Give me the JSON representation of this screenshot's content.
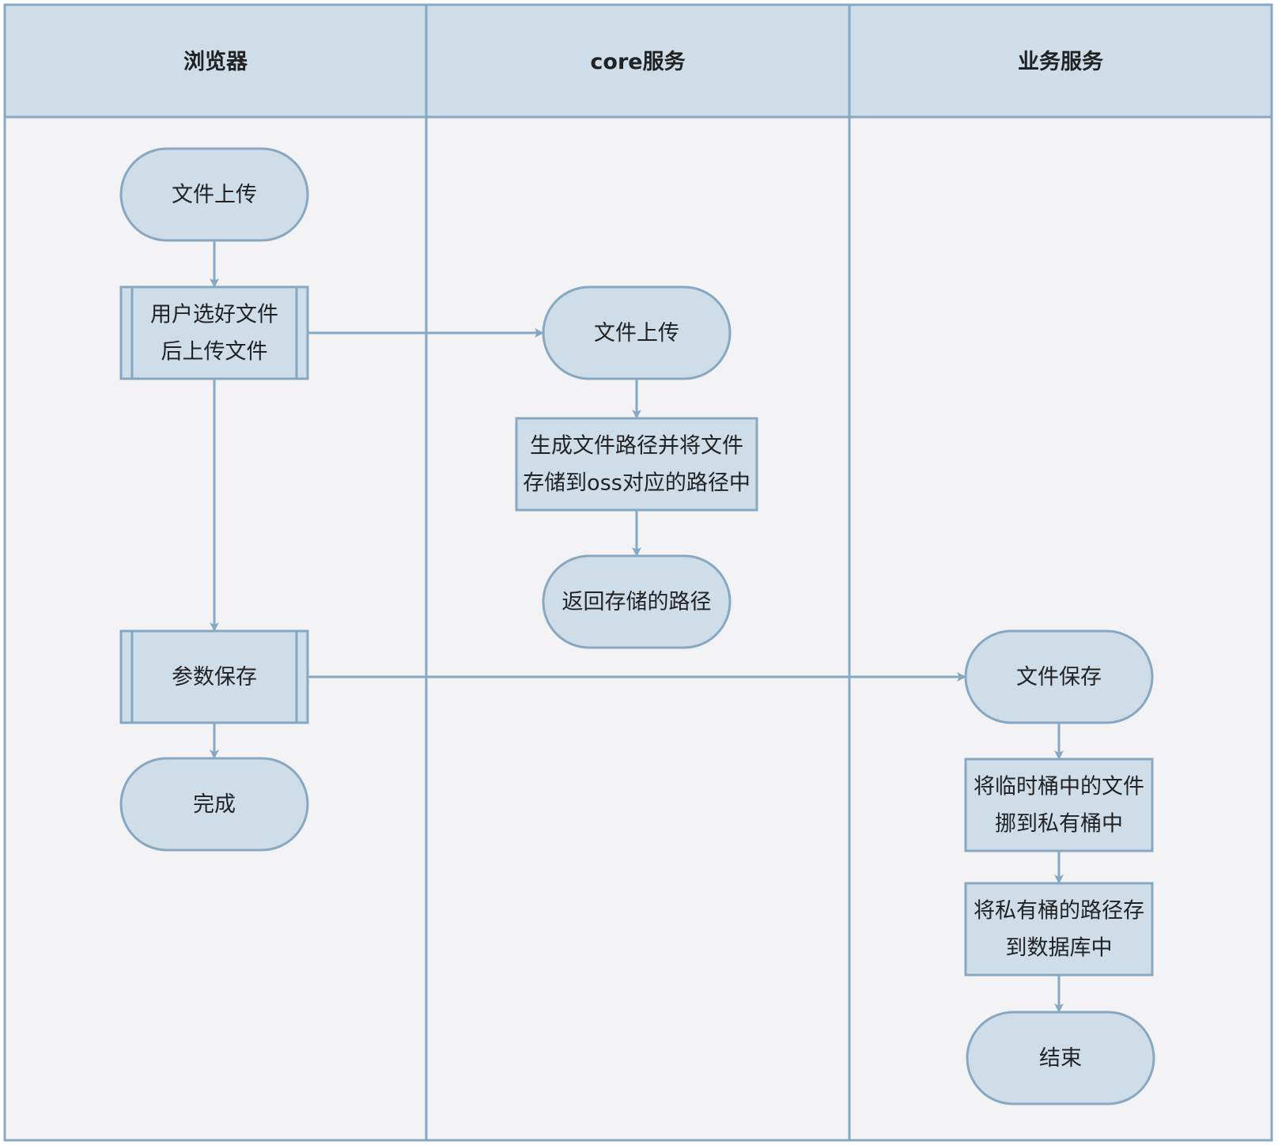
{
  "colors": {
    "header_fill": "#cfdde8",
    "body_fill": "#f3f3f6",
    "border": "#86a8c2",
    "node_fill": "#cfdde8",
    "node_stroke": "#86a8c2",
    "edge": "#86a8c2",
    "text": "#222222"
  },
  "lanes": [
    {
      "id": "browser",
      "title": "浏览器"
    },
    {
      "id": "core",
      "title": "core服务"
    },
    {
      "id": "business",
      "title": "业务服务"
    }
  ],
  "nodes": [
    {
      "id": "b_upload",
      "lane": "browser",
      "shape": "terminal",
      "lines": [
        "文件上传"
      ]
    },
    {
      "id": "b_select",
      "lane": "browser",
      "shape": "subprocess",
      "lines": [
        "用户选好文件",
        "后上传文件"
      ]
    },
    {
      "id": "b_save",
      "lane": "browser",
      "shape": "subprocess",
      "lines": [
        "参数保存"
      ]
    },
    {
      "id": "b_done",
      "lane": "browser",
      "shape": "terminal",
      "lines": [
        "完成"
      ]
    },
    {
      "id": "c_upload",
      "lane": "core",
      "shape": "terminal",
      "lines": [
        "文件上传"
      ]
    },
    {
      "id": "c_store",
      "lane": "core",
      "shape": "process",
      "lines": [
        "生成文件路径并将文件",
        "存储到oss对应的路径中"
      ]
    },
    {
      "id": "c_return",
      "lane": "core",
      "shape": "terminal",
      "lines": [
        "返回存储的路径"
      ]
    },
    {
      "id": "s_save",
      "lane": "business",
      "shape": "terminal",
      "lines": [
        "文件保存"
      ]
    },
    {
      "id": "s_move",
      "lane": "business",
      "shape": "process",
      "lines": [
        "将临时桶中的文件",
        "挪到私有桶中"
      ]
    },
    {
      "id": "s_db",
      "lane": "business",
      "shape": "process",
      "lines": [
        "将私有桶的路径存",
        "到数据库中"
      ]
    },
    {
      "id": "s_end",
      "lane": "business",
      "shape": "terminal",
      "lines": [
        "结束"
      ]
    }
  ],
  "edges": [
    {
      "from": "b_upload",
      "to": "b_select"
    },
    {
      "from": "b_select",
      "to": "c_upload"
    },
    {
      "from": "b_select",
      "to": "b_save"
    },
    {
      "from": "b_save",
      "to": "s_save"
    },
    {
      "from": "b_save",
      "to": "b_done"
    },
    {
      "from": "c_upload",
      "to": "c_store"
    },
    {
      "from": "c_store",
      "to": "c_return"
    },
    {
      "from": "s_save",
      "to": "s_move"
    },
    {
      "from": "s_move",
      "to": "s_db"
    },
    {
      "from": "s_db",
      "to": "s_end"
    }
  ]
}
